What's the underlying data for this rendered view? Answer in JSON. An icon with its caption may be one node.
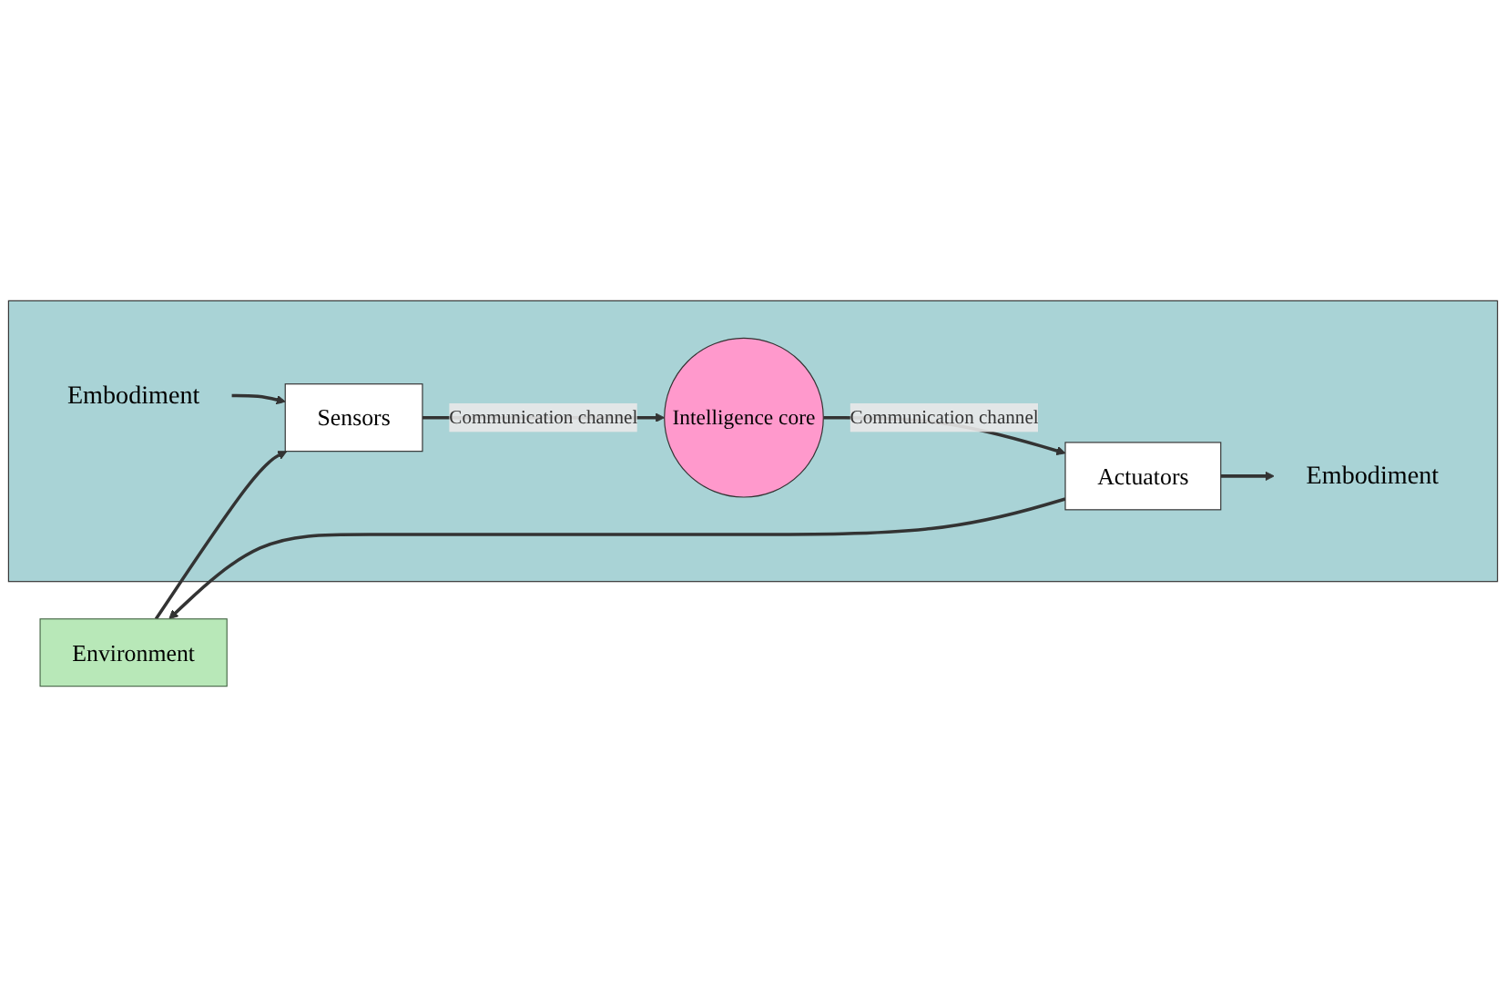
{
  "diagram": {
    "nodes": [
      {
        "text": [
          "Environment"
        ]
      },
      {
        "text": [],
        "shape": "box"
      },
      {
        "text": [
          "Embodiment"
        ],
        "in": 1
      },
      {
        "text": [
          "Sensors"
        ],
        "in": 1
      },
      {
        "text": [
          "Intelligence core"
        ],
        "in": 1
      },
      {
        "text": [
          "Actuators"
        ],
        "in": 1
      },
      {
        "text": [
          "Embodiment"
        ],
        "in": 1
      }
    ],
    "edges": [
      {
        "from": 0,
        "to": 3,
        "arrow": "to"
      },
      {
        "from": 2,
        "to": 3,
        "arrow": "to"
      },
      {
        "from": 3,
        "to": 4,
        "label": "Communication channel",
        "arrow": "to"
      },
      {
        "from": 4,
        "to": 5,
        "label": "Communication channel",
        "arrow": "to"
      },
      {
        "from": 5,
        "to": 0,
        "arrow": "to"
      },
      {
        "from": 5,
        "to": 6,
        "arrow": "to"
      }
    ]
  }
}
